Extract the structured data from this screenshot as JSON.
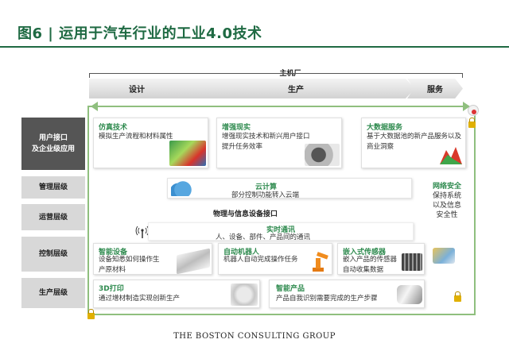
{
  "title": "图6 | 运用于汽车行业的工业4.0技术",
  "plant_label": "主机厂",
  "phases": [
    "设计",
    "生产",
    "服务"
  ],
  "row_labels": [
    "用户接口\n及企业级应用",
    "管理层级",
    "运营层级",
    "控制层级",
    "生产层级"
  ],
  "cards": {
    "simulation": {
      "title": "仿真技术",
      "text": "模拟生产流程和材料属性"
    },
    "augmented_reality": {
      "title": "增强现实",
      "text": "增强现实技术和新兴用户接口提升任务效率"
    },
    "big_data": {
      "title": "大数据服务",
      "text": "基于大数据池的新产品服务以及商业洞察"
    },
    "cloud": {
      "title": "云计算",
      "text": "部分控制功能转入云端"
    },
    "physical_interface": {
      "text": "物理与信息设备接口"
    },
    "realtime": {
      "title": "实时通讯",
      "text": "人、设备、部件、产品间的通讯"
    },
    "smart_equipment": {
      "title": "智能设备",
      "text": "设备知悉如何操作生产原材料"
    },
    "robots": {
      "title": "自动机器人",
      "text": "机器人自动完成操作任务"
    },
    "sensors": {
      "title": "嵌入式传感器",
      "text": "嵌入产品的传感器自动收集数据"
    },
    "print3d": {
      "title": "3D打印",
      "text": "通过增材制造实现创新生产"
    },
    "smart_products": {
      "title": "智能产品",
      "text": "产品自我识别需要完成的生产步骤"
    }
  },
  "network_security": {
    "title": "网络安全",
    "text": "保持系统以及信息安全性"
  },
  "footer": "THE BOSTON CONSULTING GROUP",
  "colors": {
    "brand_green": "#1f6a43",
    "accent_green": "#2e8a4e",
    "loop_green": "#8fbf7e",
    "row_dark": "#555555",
    "row_light": "#d8d8d8"
  }
}
